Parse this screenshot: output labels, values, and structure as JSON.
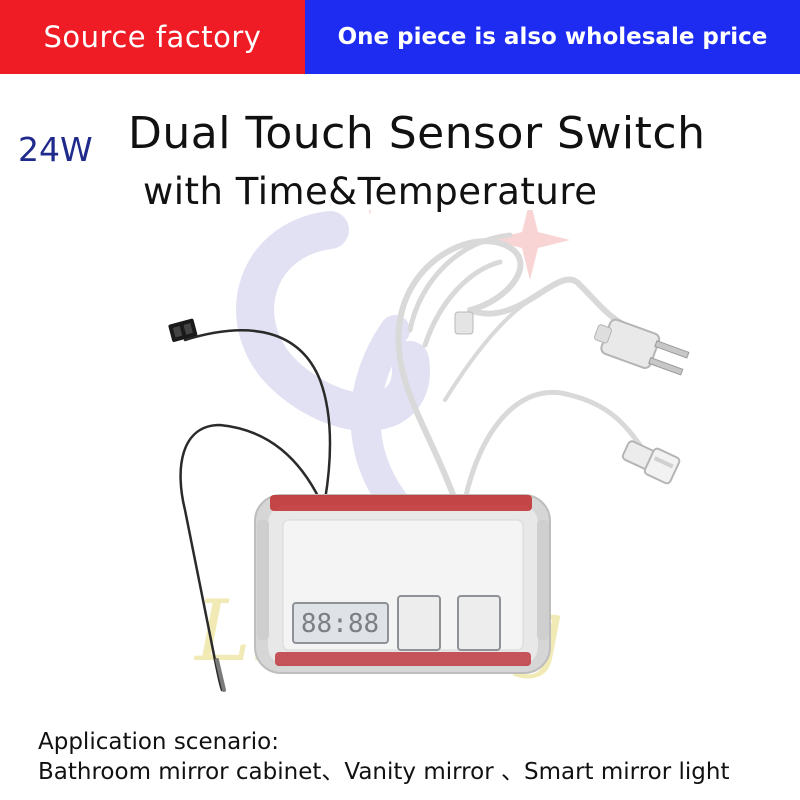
{
  "banner": {
    "left_text": "Source factory",
    "right_text": "One piece is also wholesale price",
    "left_color": "#ef1b25",
    "right_color": "#1d2cf0"
  },
  "heading": {
    "power": "24W",
    "title_line1": "Dual Touch Sensor Switch",
    "title_line2": "with Time&Temperature"
  },
  "product": {
    "display_text": "88:88",
    "watermark_text": "Lianxing",
    "icons": [
      "touch-sensor-panel",
      "power-plug",
      "dc-connector",
      "temperature-probe"
    ]
  },
  "application": {
    "label": "Application scenario:",
    "items": "Bathroom mirror cabinet、Vanity mirror 、Smart mirror light"
  }
}
